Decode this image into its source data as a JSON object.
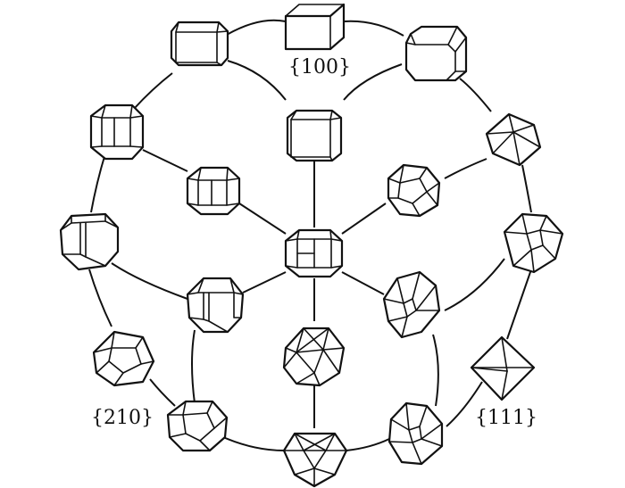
{
  "labels": {
    "cube": "{100}",
    "dodecahedron": "{210}",
    "octahedron": "{111}"
  },
  "crystals": [
    {
      "id": "cube",
      "form": "cube"
    },
    {
      "id": "cube-edge-truncated-left",
      "form": "truncated-cube"
    },
    {
      "id": "cube-corner-truncated-right",
      "form": "corner-truncated-cube"
    },
    {
      "id": "cube-truncated-center",
      "form": "truncated-cube"
    },
    {
      "id": "cube-pyritohedron-1",
      "form": "cube-pyritohedron"
    },
    {
      "id": "cube-pyritohedron-2",
      "form": "cube-pyritohedron"
    },
    {
      "id": "cube-octahedron-1",
      "form": "cuboctahedron"
    },
    {
      "id": "cube-octahedron-2",
      "form": "cuboctahedron"
    },
    {
      "id": "cube-pyritohedron-octahedron-center",
      "form": "mixed"
    },
    {
      "id": "pyritohedron-cube-left",
      "form": "pyritohedron-cube"
    },
    {
      "id": "pyritohedron-cube-inner",
      "form": "pyritohedron-cube"
    },
    {
      "id": "octahedron-cube-right",
      "form": "octahedron-cube"
    },
    {
      "id": "octahedron-pyritohedron",
      "form": "octahedron-pyritohedron"
    },
    {
      "id": "pyritohedron",
      "form": "pyritohedron"
    },
    {
      "id": "icosahedral-center",
      "form": "pseudo-icosahedron"
    },
    {
      "id": "octahedron",
      "form": "octahedron"
    },
    {
      "id": "pyritohedron-octahedron-bottom-left",
      "form": "pyritohedron-octahedron"
    },
    {
      "id": "icosahedron",
      "form": "pseudo-icosahedron"
    },
    {
      "id": "octahedron-pyritohedron-bottom-right",
      "form": "octahedron-pyritohedron"
    }
  ]
}
